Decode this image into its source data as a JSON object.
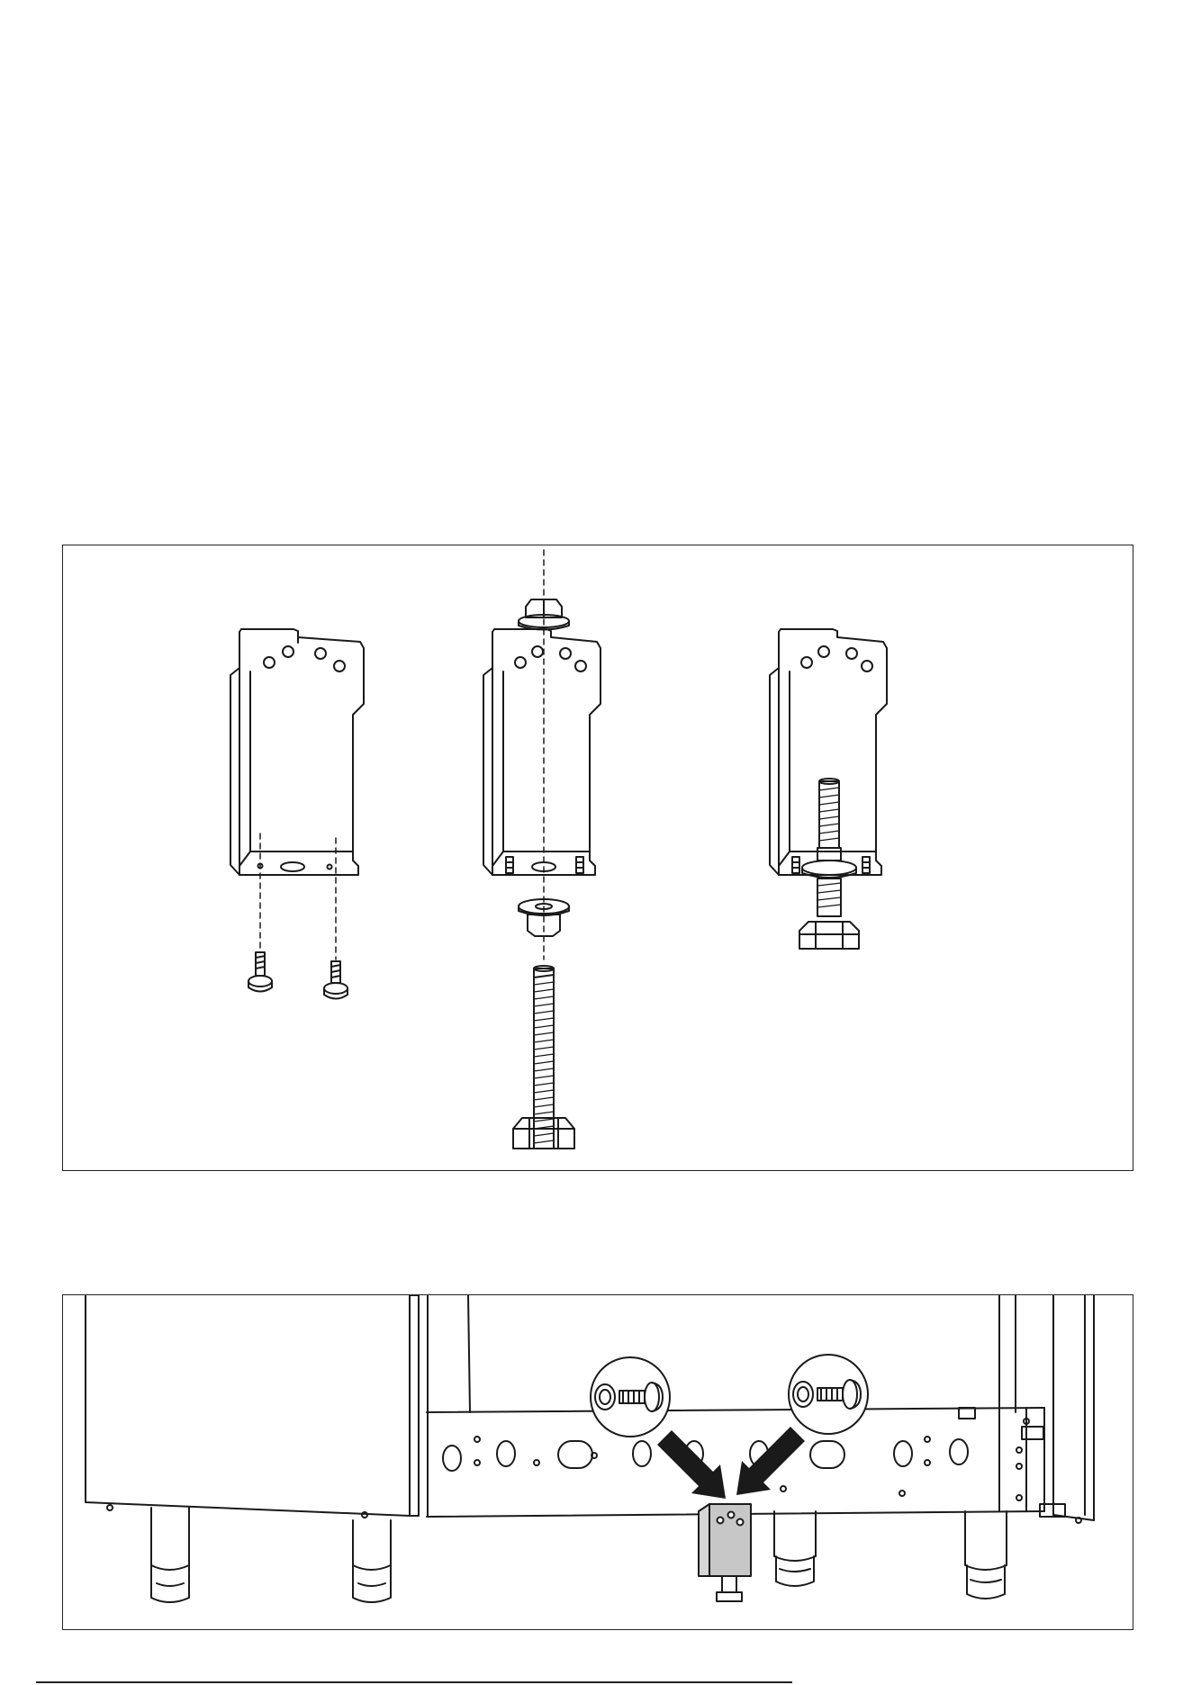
{
  "figures": [
    {
      "id": "figure-bracket-assembly",
      "steps": [
        "bracket-with-screws",
        "bracket-with-foot-exploded",
        "bracket-assembled"
      ]
    },
    {
      "id": "figure-bracket-mounted",
      "callouts": [
        "screw-detail-left",
        "screw-detail-right"
      ]
    }
  ],
  "colors": {
    "line": "#1a1a1a",
    "highlight": "#c7c7c7",
    "panel_border": "#222222"
  }
}
